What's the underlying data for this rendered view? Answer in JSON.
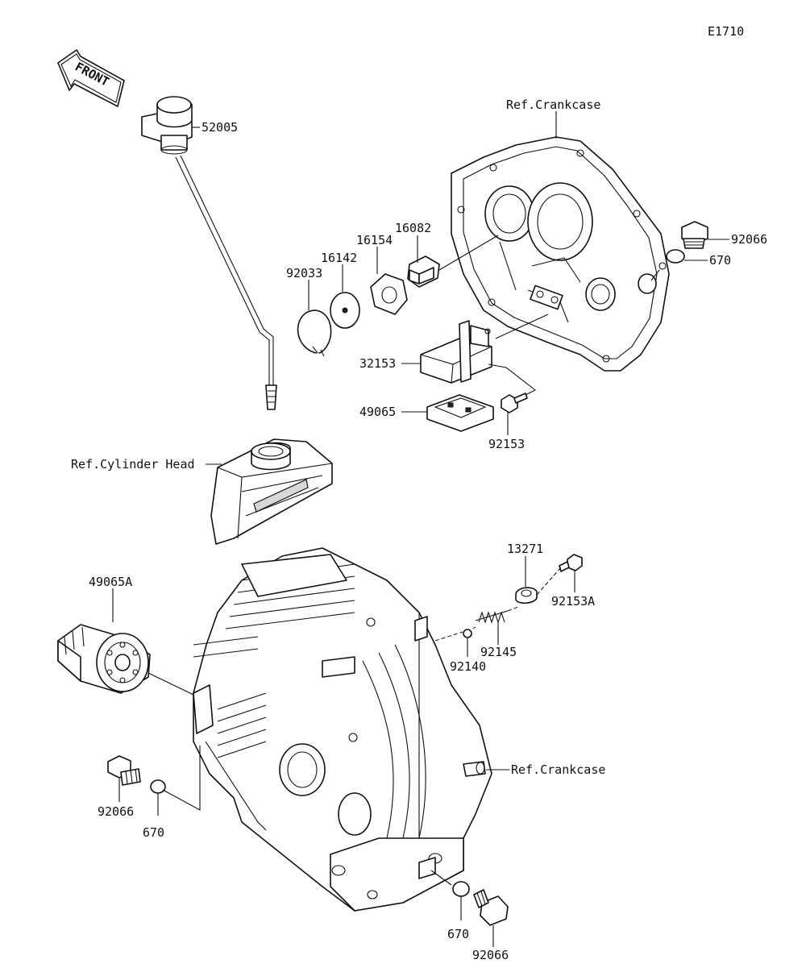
{
  "diagram_code": "E1710",
  "front_arrow_label": "FRONT",
  "labels": {
    "dipstick": "52005",
    "ref_crankcase_top": "Ref.Crankcase",
    "plug_upper_right": "92066",
    "oring_upper_right": "670",
    "part_16082": "16082",
    "part_16154": "16154",
    "part_16142": "16142",
    "circlip": "92033",
    "part_32153": "32153",
    "part_49065": "49065",
    "bolt_92153": "92153",
    "ref_cylinder_head": "Ref.Cylinder Head",
    "oil_filter": "49065A",
    "part_13271": "13271",
    "bolt_92153a": "92153A",
    "spring_92145": "92145",
    "ball_92140": "92140",
    "ref_crankcase_bottom": "Ref.Crankcase",
    "plug_left": "92066",
    "oring_left": "670",
    "oring_bottom": "670",
    "plug_bottom": "92066"
  }
}
